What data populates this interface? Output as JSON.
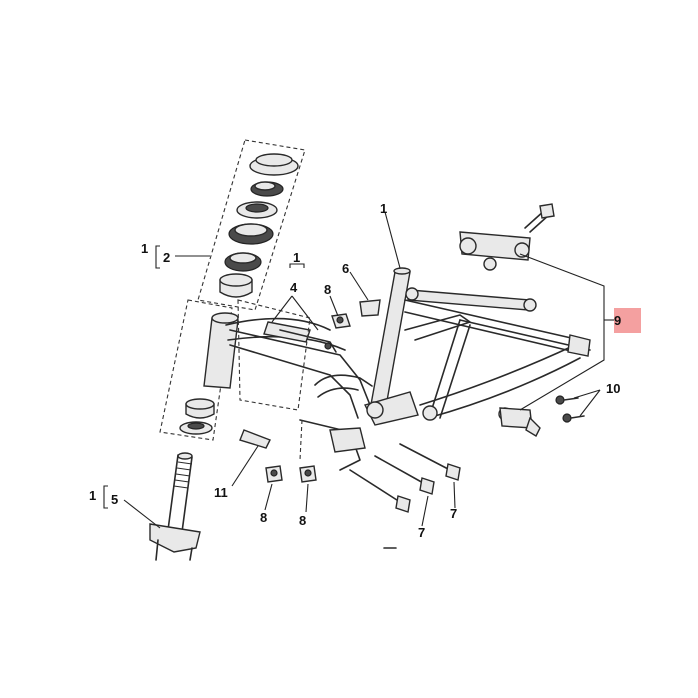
{
  "callouts": {
    "c1_frame": "1",
    "c1_bearing_group": "1",
    "c2_bearing_group": "2",
    "c1_bracket_group": "1",
    "c4_bracket_group": "4",
    "c1_fork_group": "1",
    "c5_fork_group": "5",
    "c6": "6",
    "c7_a": "7",
    "c7_b": "7",
    "c8_top": "8",
    "c8_left": "8",
    "c8_mid": "8",
    "c9": "9",
    "c10": "10",
    "c11": "11"
  },
  "highlight_color": "#f4a0a0"
}
